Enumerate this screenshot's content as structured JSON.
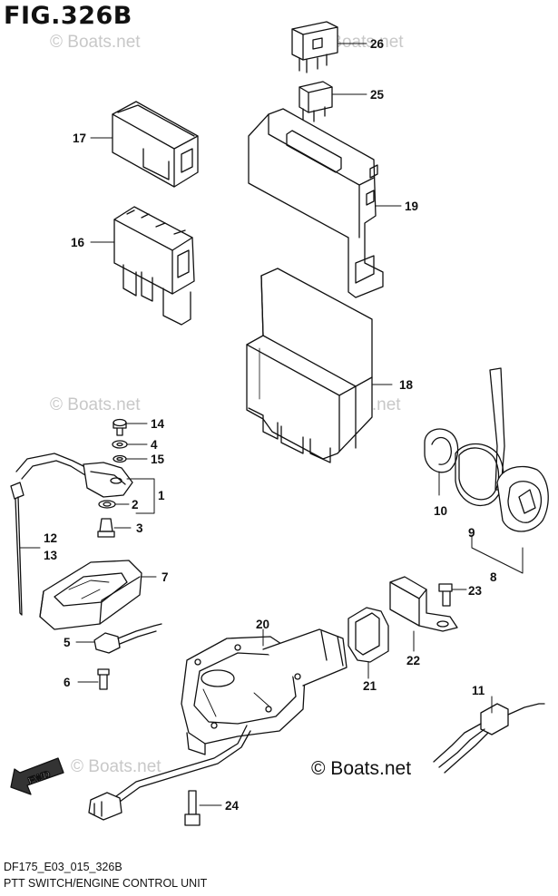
{
  "figure_title": "FIG.326B",
  "watermarks": [
    "© Boats.net",
    "© Boats.net",
    "© Boats.net",
    "© Boats.net",
    "© Boats.net",
    "© Boats.net"
  ],
  "watermark_main": "© Boats.net",
  "fwd_label": "FWD",
  "footer": {
    "code": "DF175_E03_015_326B",
    "caption": "PTT SWITCH/ENGINE CONTROL UNIT"
  },
  "callouts": {
    "c1": "1",
    "c2": "2",
    "c3": "3",
    "c4": "4",
    "c5": "5",
    "c6": "6",
    "c7": "7",
    "c8": "8",
    "c9": "9",
    "c10": "10",
    "c11": "11",
    "c12": "12",
    "c13": "13",
    "c14": "14",
    "c15": "15",
    "c16": "16",
    "c17": "17",
    "c18": "18",
    "c19": "19",
    "c20": "20",
    "c21": "21",
    "c22": "22",
    "c23": "23",
    "c24": "24",
    "c25": "25",
    "c26": "26"
  }
}
